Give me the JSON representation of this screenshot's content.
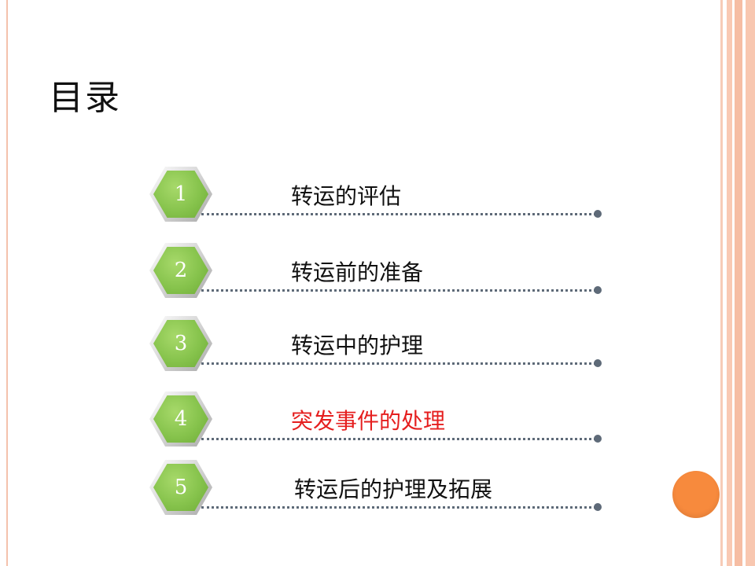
{
  "page": {
    "title": "目录"
  },
  "toc": {
    "items": [
      {
        "number": "1",
        "title": "转运的评估",
        "highlight": false
      },
      {
        "number": "2",
        "title": "转运前的准备",
        "highlight": false
      },
      {
        "number": "3",
        "title": "转运中的护理",
        "highlight": false
      },
      {
        "number": "4",
        "title": "突发事件的处理",
        "highlight": true
      },
      {
        "number": "5",
        "title": "转运后的护理及拓展",
        "highlight": false
      }
    ]
  },
  "colors": {
    "hex_fill": "#86c34c",
    "highlight_text": "#e51f1f",
    "decor_circle": "#f78a3d",
    "frame_stripes": "#f6bda3"
  }
}
